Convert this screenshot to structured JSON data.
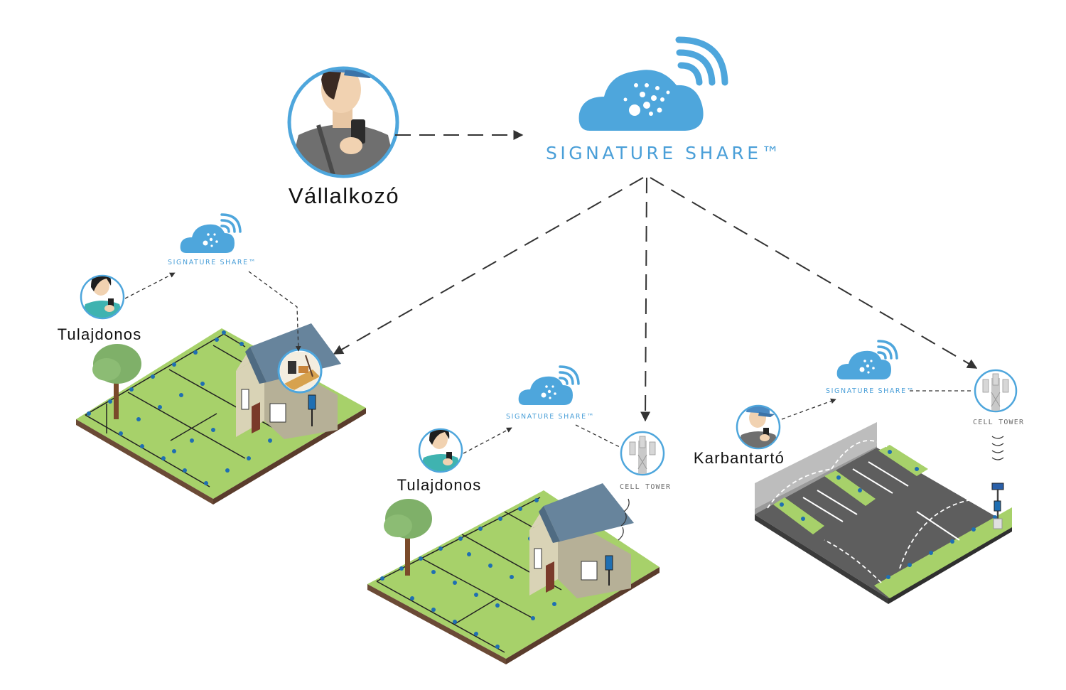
{
  "brand": {
    "name_main": "SIGNATURE SHARE™",
    "name_small": "SIGNATURE SHARE™",
    "accent_color": "#4a9fd8"
  },
  "roles": {
    "contractor": "Vállalkozó",
    "owner_left": "Tulajdonos",
    "owner_middle": "Tulajdonos",
    "maintainer": "Karbantartó"
  },
  "towers": {
    "middle_label": "CELL TOWER",
    "right_label": "CELL TOWER"
  },
  "colors": {
    "grass": "#a7d16a",
    "soil": "#6b4a36",
    "asphalt": "#5e5e5e",
    "house_wall": "#c9c4a8",
    "house_roof": "#67849c",
    "person_shirt_gray": "#6f6f6f",
    "person_shirt_teal": "#3fb3b0",
    "cap_blue": "#4a89c2"
  },
  "icons": [
    "cloud-icon",
    "wifi-icon",
    "person-avatar",
    "cell-tower-icon",
    "house-icon",
    "tree-icon",
    "sprinkler-icon",
    "controller-icon"
  ]
}
